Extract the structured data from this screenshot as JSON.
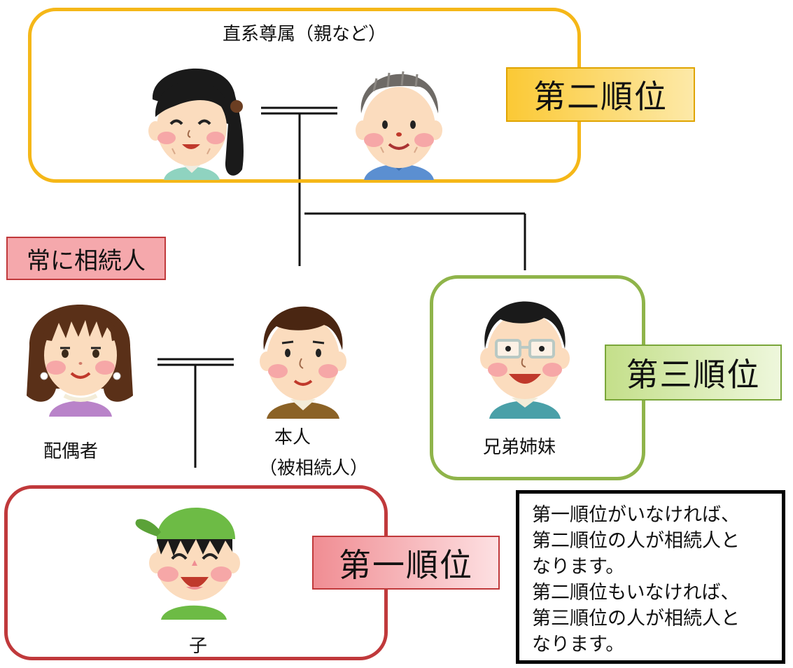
{
  "groups": {
    "ascendants": {
      "title": "直系尊属（親など）",
      "rank_label": "第二順位",
      "border_color": "#f5b718",
      "label_gradient": [
        "#fbc935",
        "#fde9a8"
      ]
    },
    "siblings": {
      "caption": "兄弟姉妹",
      "rank_label": "第三順位",
      "border_color": "#8fb44a",
      "label_gradient": [
        "#c4df8a",
        "#eef7dc"
      ]
    },
    "children": {
      "caption": "子",
      "rank_label": "第一順位",
      "border_color": "#c0393b",
      "label_gradient": [
        "#f08d93",
        "#fde0e2"
      ]
    }
  },
  "spouse": {
    "badge": "常に相続人",
    "caption": "配偶者",
    "badge_color": "#f5a8ac"
  },
  "self": {
    "caption_line1": "本人",
    "caption_line2": "（被相続人）"
  },
  "note": {
    "lines": [
      "第一順位がいなければ、",
      "第二順位の人が相続人と",
      "なります。",
      "第二順位もいなければ、",
      "第三順位の人が相続人と",
      "なります。"
    ]
  },
  "icons": {
    "mother": "mother-illustration-icon",
    "father": "father-illustration-icon",
    "spouse": "spouse-woman-illustration-icon",
    "self": "self-man-illustration-icon",
    "sibling": "sibling-glasses-man-illustration-icon",
    "child": "child-cap-boy-illustration-icon"
  }
}
